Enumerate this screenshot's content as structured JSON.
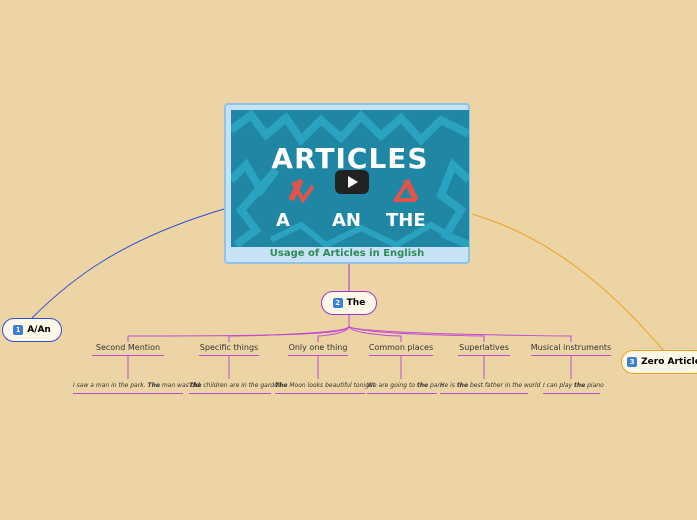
{
  "central": {
    "video_title": "ARTICLES",
    "video_letters": [
      "A",
      "AN",
      "THE"
    ],
    "label": "Usage of Articles in English"
  },
  "topics": [
    {
      "number": "1",
      "label": "A/An"
    },
    {
      "number": "2",
      "label": "The"
    },
    {
      "number": "3",
      "label": "Zero Article"
    }
  ],
  "subtopics": [
    "Second Mention",
    "Specific things",
    "Only one thing",
    "Common places",
    "Superlatives",
    "Musical instruments"
  ],
  "examples": [
    {
      "pre": "I saw a man in the park. ",
      "bold": "The",
      "post": " man was old"
    },
    {
      "pre": "",
      "bold": "The",
      "post": " children are in the garden"
    },
    {
      "pre": "",
      "bold": "The",
      "post": " Moon looks beautiful tonight"
    },
    {
      "pre": "We are going to ",
      "bold": "the",
      "post": " park"
    },
    {
      "pre": "He is ",
      "bold": "the",
      "post": " best father in the world"
    },
    {
      "pre": "I can play ",
      "bold": "the",
      "post": " piano"
    }
  ],
  "colors": {
    "background": "#ecd4a4",
    "topic_a": "#2b4fd6",
    "topic_the": "#a335c4",
    "topic_zero": "#f0a020",
    "accent_green": "#2e8b57"
  }
}
